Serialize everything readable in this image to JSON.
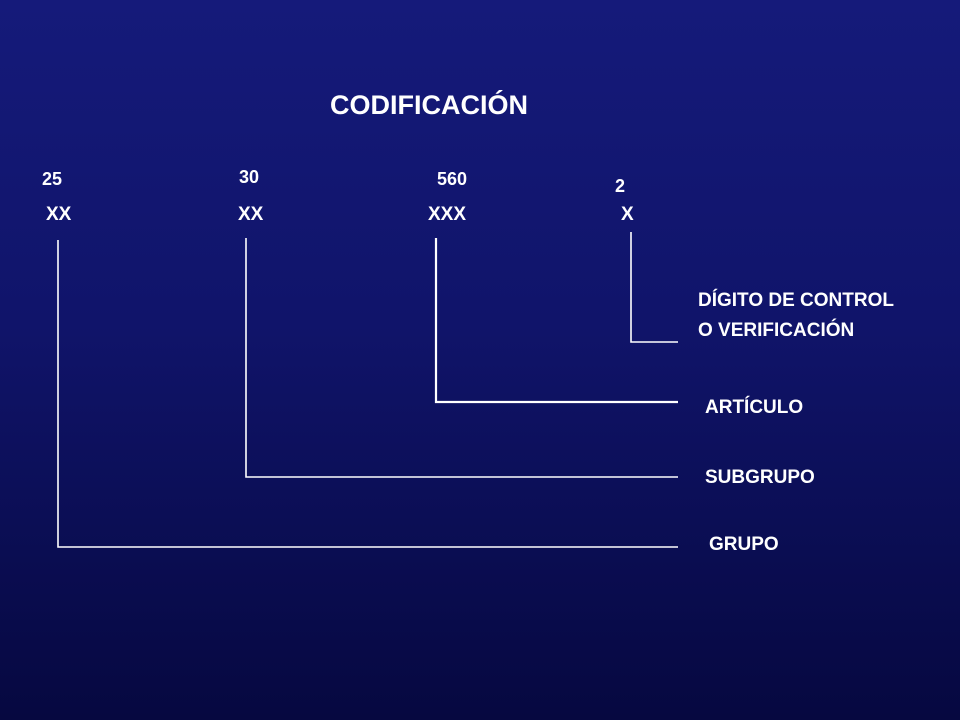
{
  "title": "CODIFICACIÓN",
  "segments": [
    {
      "value": "25",
      "code": "XX"
    },
    {
      "value": "30",
      "code": "XX"
    },
    {
      "value": "560",
      "code": "XXX"
    },
    {
      "value": "2",
      "code": "X"
    }
  ],
  "labels": {
    "control_line1": "DÍGITO DE CONTROL",
    "control_line2": "O VERIFICACIÓN",
    "articulo": "ARTÍCULO",
    "subgrupo": "SUBGRUPO",
    "grupo": "GRUPO"
  },
  "colors": {
    "line": "#ffffff",
    "text": "#ffffff"
  }
}
